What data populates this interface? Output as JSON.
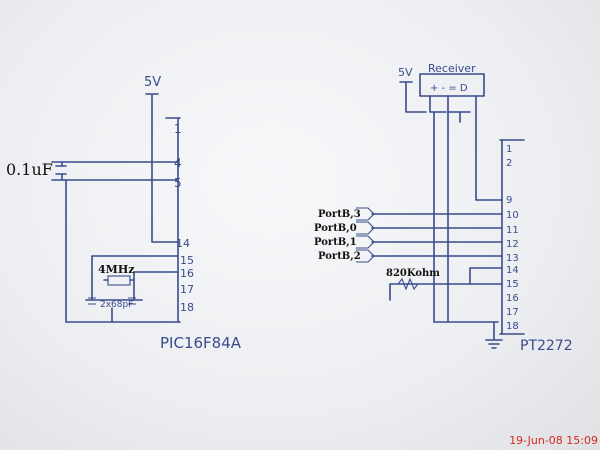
{
  "left_chip": {
    "name": "PIC16F84A",
    "supply": "5V",
    "pins": [
      "1",
      "4",
      "5",
      "14",
      "15",
      "16",
      "17",
      "18"
    ],
    "capacitor_label": "0.1uF",
    "crystal_label": "4MHz",
    "crystal_caps_label": "2x68pF"
  },
  "right_chip": {
    "name": "PT2272",
    "supply": "5V",
    "receiver_label": "Receiver",
    "receiver_pins": "+ - = D",
    "pins": [
      "1",
      "2",
      "9",
      "10",
      "11",
      "12",
      "13",
      "14",
      "15",
      "16",
      "17",
      "18"
    ],
    "resistor_label": "820Kohm"
  },
  "port_labels": [
    "PortB,3",
    "PortB,0",
    "PortB,1",
    "PortB,2"
  ],
  "timestamp": "19-Jun-08 15:09",
  "colors": {
    "ink": "#3a4c8c",
    "label": "#111111",
    "timestamp": "#d42a1e",
    "paper": "#f1f2f4"
  }
}
